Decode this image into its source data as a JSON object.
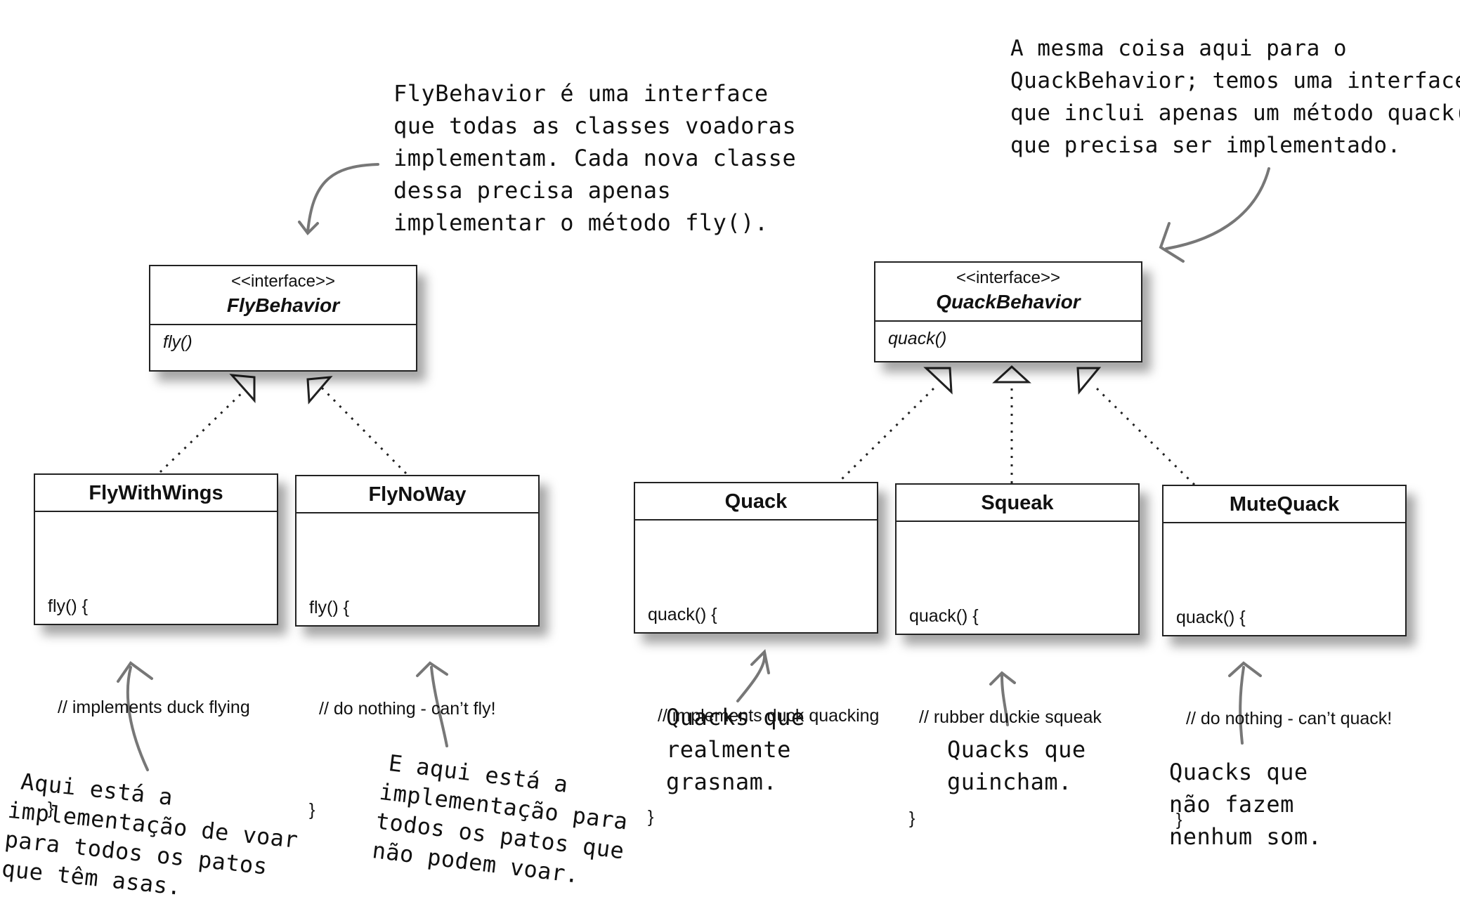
{
  "diagram": {
    "fly_interface": {
      "stereotype": "<<interface>>",
      "name": "FlyBehavior",
      "method": "fly()"
    },
    "quack_interface": {
      "stereotype": "<<interface>>",
      "name": "QuackBehavior",
      "method": "quack()"
    },
    "fly_classes": [
      {
        "name": "FlyWithWings",
        "lines": [
          "fly() {",
          "// implements duck flying",
          "}"
        ]
      },
      {
        "name": "FlyNoWay",
        "lines": [
          "fly() {",
          "// do nothing - can’t fly!",
          "}"
        ]
      }
    ],
    "quack_classes": [
      {
        "name": "Quack",
        "lines": [
          "quack() {",
          "// implements duck quacking",
          "}"
        ]
      },
      {
        "name": "Squeak",
        "lines": [
          "quack() {",
          "// rubber duckie squeak",
          "}"
        ]
      },
      {
        "name": "MuteQuack",
        "lines": [
          "quack() {",
          "// do nothing - can’t quack!",
          "}"
        ]
      }
    ]
  },
  "notes": {
    "fly_interface": [
      "FlyBehavior é uma interface",
      "que todas as classes voadoras",
      "implementam. Cada nova classe",
      "dessa precisa apenas",
      "implementar o método fly()."
    ],
    "quack_interface": [
      "A mesma coisa aqui para o",
      "QuackBehavior; temos uma interface",
      "que inclui apenas um método quack()",
      "que precisa ser implementado."
    ],
    "fly_with_wings": [
      "Aqui está a",
      "implementação de voar",
      "para todos os patos",
      "que têm asas."
    ],
    "fly_no_way": [
      "E aqui está a",
      "implementação para",
      "todos os patos que",
      "não podem voar."
    ],
    "quack": [
      "Quacks que",
      "realmente",
      "grasnam."
    ],
    "squeak": [
      "Quacks que",
      "guincham."
    ],
    "mute_quack": [
      "Quacks que",
      "não fazem",
      "nenhum som."
    ]
  }
}
